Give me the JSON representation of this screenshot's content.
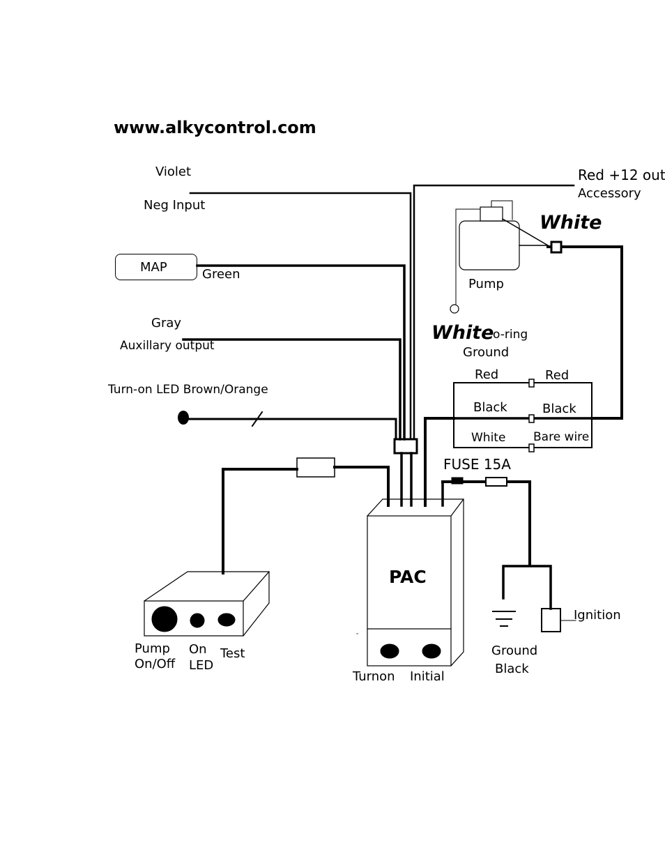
{
  "header": {
    "site": "www.alkycontrol.com"
  },
  "wires": {
    "violet": "Violet",
    "neg_input": "Neg Input",
    "red_12_out": "Red +12 out",
    "accessory": "Accessory",
    "map": "MAP",
    "green": "Green",
    "gray": "Gray",
    "aux_output": "Auxillary output",
    "turn_on_led": "Turn-on LED Brown/Orange"
  },
  "pump": {
    "white_top": "White",
    "label": "Pump",
    "white_oring": "White",
    "oring": "o-ring",
    "ground": "Ground"
  },
  "harness": {
    "red_left": "Red",
    "red_right": "Red",
    "black_left": "Black",
    "black_right": "Black",
    "white_left": "White",
    "bare_wire": "Bare wire"
  },
  "fuse": {
    "label": "FUSE 15A"
  },
  "pac": {
    "label": "PAC",
    "turnon": "Turnon",
    "initial": "Initial"
  },
  "control_box": {
    "pump": "Pump",
    "on_off": "On/Off",
    "on": "On",
    "led": "LED",
    "test": "Test"
  },
  "ground_symbol": {
    "ground": "Ground",
    "black": "Black"
  },
  "ignition": {
    "label": "Ignition"
  }
}
